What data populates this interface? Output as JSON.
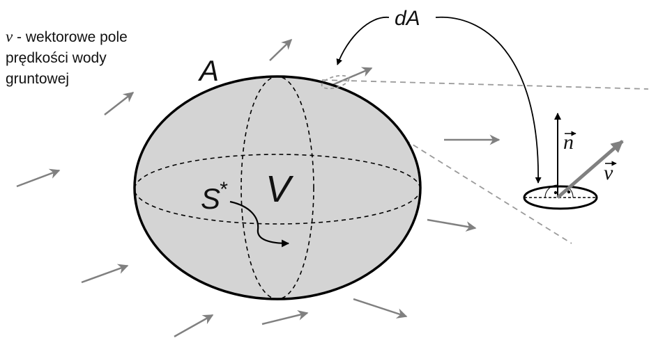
{
  "legend": {
    "symbol": "v",
    "separator": " - ",
    "text_line1": "wektorowe pole",
    "text_line2": "prędkości wody",
    "text_line3": "gruntowej"
  },
  "labels": {
    "surface": "A",
    "volume": "V",
    "source": "S",
    "source_sup": "*",
    "element": "dA",
    "normal": "n",
    "velocity": "v"
  },
  "colors": {
    "body_fill": "#d4d4d4",
    "outline": "#000000",
    "field_arrow": "#808080",
    "projection_line": "#9a9a9a"
  },
  "icons": {
    "normal_vector": "arrow-up",
    "velocity_vector": "arrow-diagonal",
    "vector_accent": "right-arrow-overbar"
  }
}
